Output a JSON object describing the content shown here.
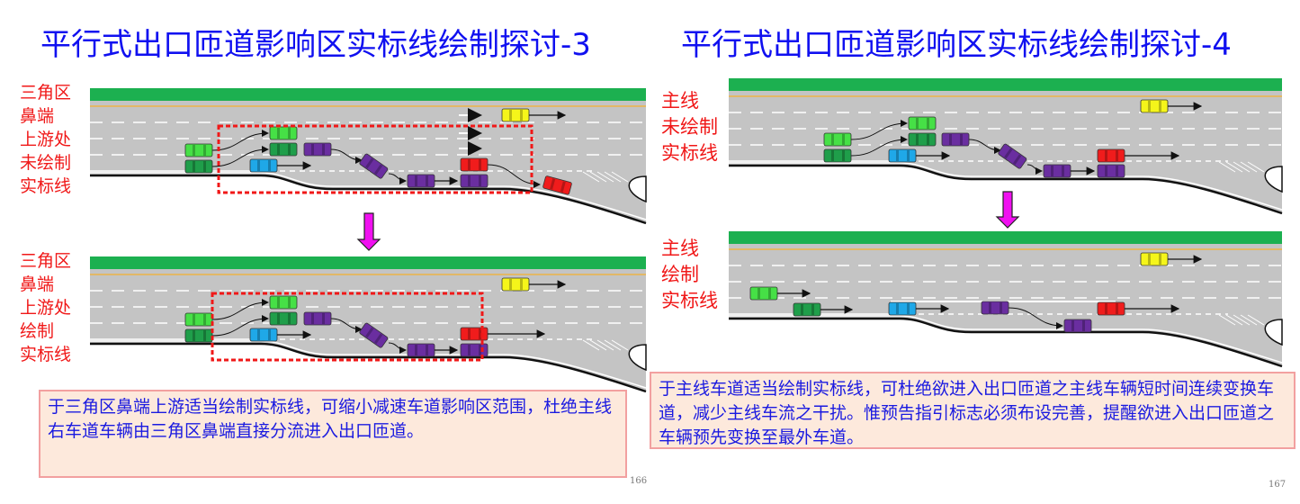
{
  "slides": [
    {
      "title": "平行式出口匝道影响区实标线绘制探讨-3",
      "labels_before": [
        "三角区",
        "鼻端",
        "上游处",
        "未绘制",
        "实标线"
      ],
      "labels_after": [
        "三角区",
        "鼻端",
        "上游处",
        "绘制",
        "实标线"
      ],
      "note": "于三角区鼻端上游适当绘制实标线，可缩小减速车道影响区范围，杜绝主线右车道车辆由三角区鼻端直接分流进入出口匝道。",
      "page_number": "166"
    },
    {
      "title": "平行式出口匝道影响区实标线绘制探讨-4",
      "labels_before": [
        "主线",
        "未绘制",
        "实标线"
      ],
      "labels_after": [
        "主线",
        "绘制",
        "实标线"
      ],
      "note": "于主线车道适当绘制实标线，可杜绝欲进入出口匝道之主线车辆短时间连续变换车道，减少主线车流之干扰。惟预告指引标志必须布设完善，提醒欲进入出口匝道之车辆预先变换至最外车道。",
      "page_number": "167"
    }
  ],
  "colors": {
    "title": "#1010f0",
    "label": "#f01818",
    "median": "#1cb050",
    "road": "#c4c4c4",
    "highlight_box": "#f01818",
    "down_arrow": "#f010f0",
    "car_yellow": "#f5f51a",
    "car_light_green": "#46e046",
    "car_dark_green": "#1f9e4a",
    "car_blue": "#1fa8e8",
    "car_purple": "#6a2ea0",
    "car_red": "#f01c1c"
  }
}
